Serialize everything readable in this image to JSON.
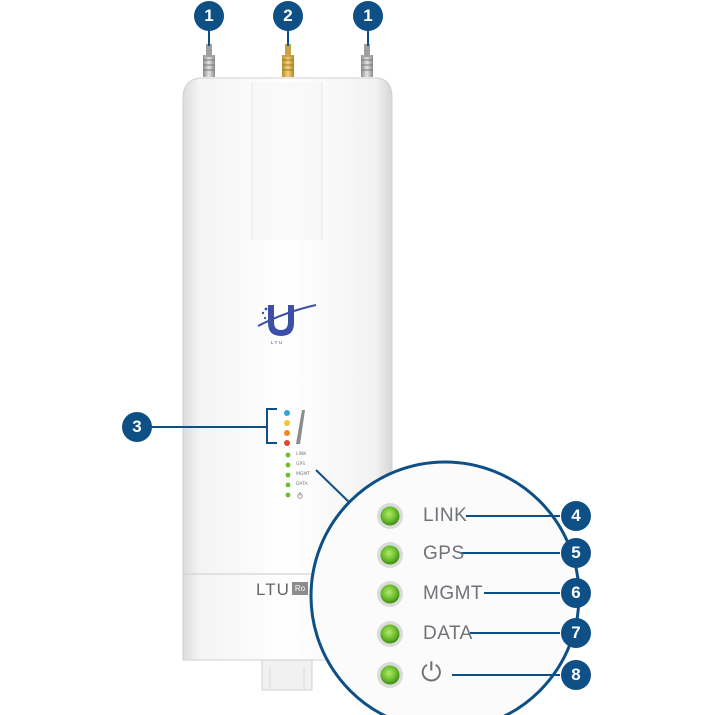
{
  "device": {
    "logo_text": "LTU",
    "model_label": "LTU",
    "model_suffix": "Ro",
    "led_indicators": [
      "LINK",
      "GPS",
      "MGMT",
      "DATA"
    ],
    "power_glyph": "⏻"
  },
  "callouts": [
    {
      "id": "1",
      "label": ""
    },
    {
      "id": "2",
      "label": ""
    },
    {
      "id": "1",
      "label": ""
    },
    {
      "id": "3",
      "label": ""
    },
    {
      "id": "4",
      "label": "LINK"
    },
    {
      "id": "5",
      "label": "GPS"
    },
    {
      "id": "6",
      "label": "MGMT"
    },
    {
      "id": "7",
      "label": "DATA"
    },
    {
      "id": "8",
      "label": "⏻"
    }
  ],
  "colors": {
    "callout": "#0e4f86",
    "led_green": "#6abf2e",
    "signal_blue": "#34a4dc",
    "signal_yellow": "#f3c532",
    "signal_orange": "#ef8a23",
    "signal_red": "#e0492c",
    "connector_gold": "#d9b04a",
    "connector_silver": "#a9abad"
  }
}
